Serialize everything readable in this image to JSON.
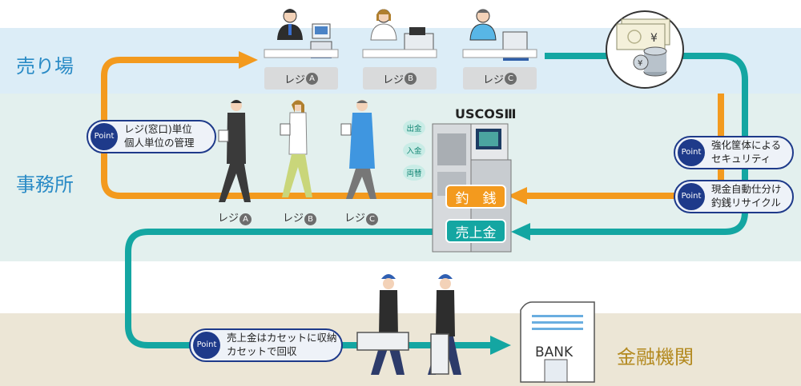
{
  "zones": {
    "sales_floor": "売り場",
    "office": "事務所",
    "financial_institution": "金融機関"
  },
  "registers": [
    {
      "prefix": "レジ",
      "letter": "A"
    },
    {
      "prefix": "レジ",
      "letter": "B"
    },
    {
      "prefix": "レジ",
      "letter": "C"
    }
  ],
  "machine": {
    "name": "USCOSⅢ",
    "buttons": [
      "出金",
      "入金",
      "両替"
    ],
    "change_label": "釣　銭",
    "sales_label": "売上金"
  },
  "points": [
    {
      "badge": "Point",
      "line1": "レジ(窓口)単位",
      "line2": "個人単位の管理"
    },
    {
      "badge": "Point",
      "line1": "強化筐体による",
      "line2": "セキュリティ"
    },
    {
      "badge": "Point",
      "line1": "現金自動仕分け",
      "line2": "釣銭リサイクル"
    },
    {
      "badge": "Point",
      "line1": "売上金はカセットに収納",
      "line2": "カセットで回収"
    }
  ],
  "bank": {
    "label": "BANK"
  },
  "colors": {
    "orange": "#f39a1e",
    "teal": "#14a6a2",
    "navy": "#1e3a8a",
    "sales_band": "#dcedf7",
    "office_band": "#e3f0ee",
    "finance_band": "#ece6d6",
    "gold_text": "#b3891f",
    "blue_text": "#2a8bc6"
  },
  "icons": [
    "clerk-icon",
    "register-machine-icon",
    "cashier-walking-icon",
    "cash-icon",
    "coins-icon",
    "guard-icon",
    "cassette-icon",
    "bank-building-icon"
  ]
}
